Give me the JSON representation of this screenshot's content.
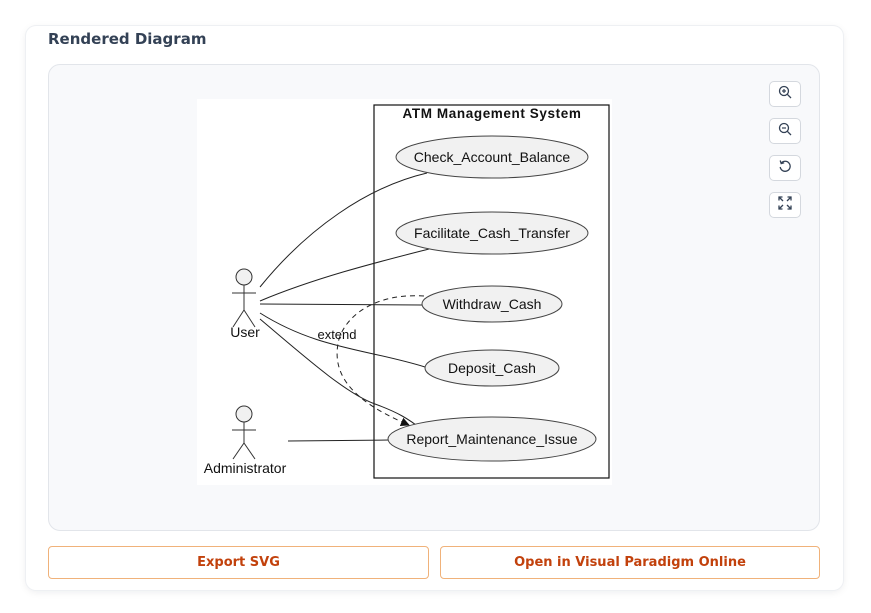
{
  "panel": {
    "title": "Rendered Diagram"
  },
  "diagram": {
    "system_title": "ATM Management System",
    "actors": [
      {
        "name": "User"
      },
      {
        "name": "Administrator"
      }
    ],
    "use_cases": [
      "Check_Account_Balance",
      "Facilitate_Cash_Transfer",
      "Withdraw_Cash",
      "Deposit_Cash",
      "Report_Maintenance_Issue"
    ],
    "associations": [
      {
        "actor": "User",
        "use_case": "Check_Account_Balance"
      },
      {
        "actor": "User",
        "use_case": "Facilitate_Cash_Transfer"
      },
      {
        "actor": "User",
        "use_case": "Withdraw_Cash"
      },
      {
        "actor": "User",
        "use_case": "Deposit_Cash"
      },
      {
        "actor": "User",
        "use_case": "Report_Maintenance_Issue"
      },
      {
        "actor": "Administrator",
        "use_case": "Report_Maintenance_Issue"
      }
    ],
    "extend_relation": {
      "label": "extend",
      "from": "Withdraw_Cash",
      "to": "Report_Maintenance_Issue"
    }
  },
  "zoom_controls": [
    {
      "icon": "zoom-in-icon"
    },
    {
      "icon": "zoom-out-icon"
    },
    {
      "icon": "reset-icon"
    },
    {
      "icon": "fit-screen-icon"
    }
  ],
  "buttons": {
    "export_svg": "Export SVG",
    "open_vp": "Open in Visual Paradigm Online"
  },
  "colors": {
    "accent": "#c2410c",
    "button_border": "#f0b27a",
    "use_case_fill": "#f1f1f1"
  }
}
